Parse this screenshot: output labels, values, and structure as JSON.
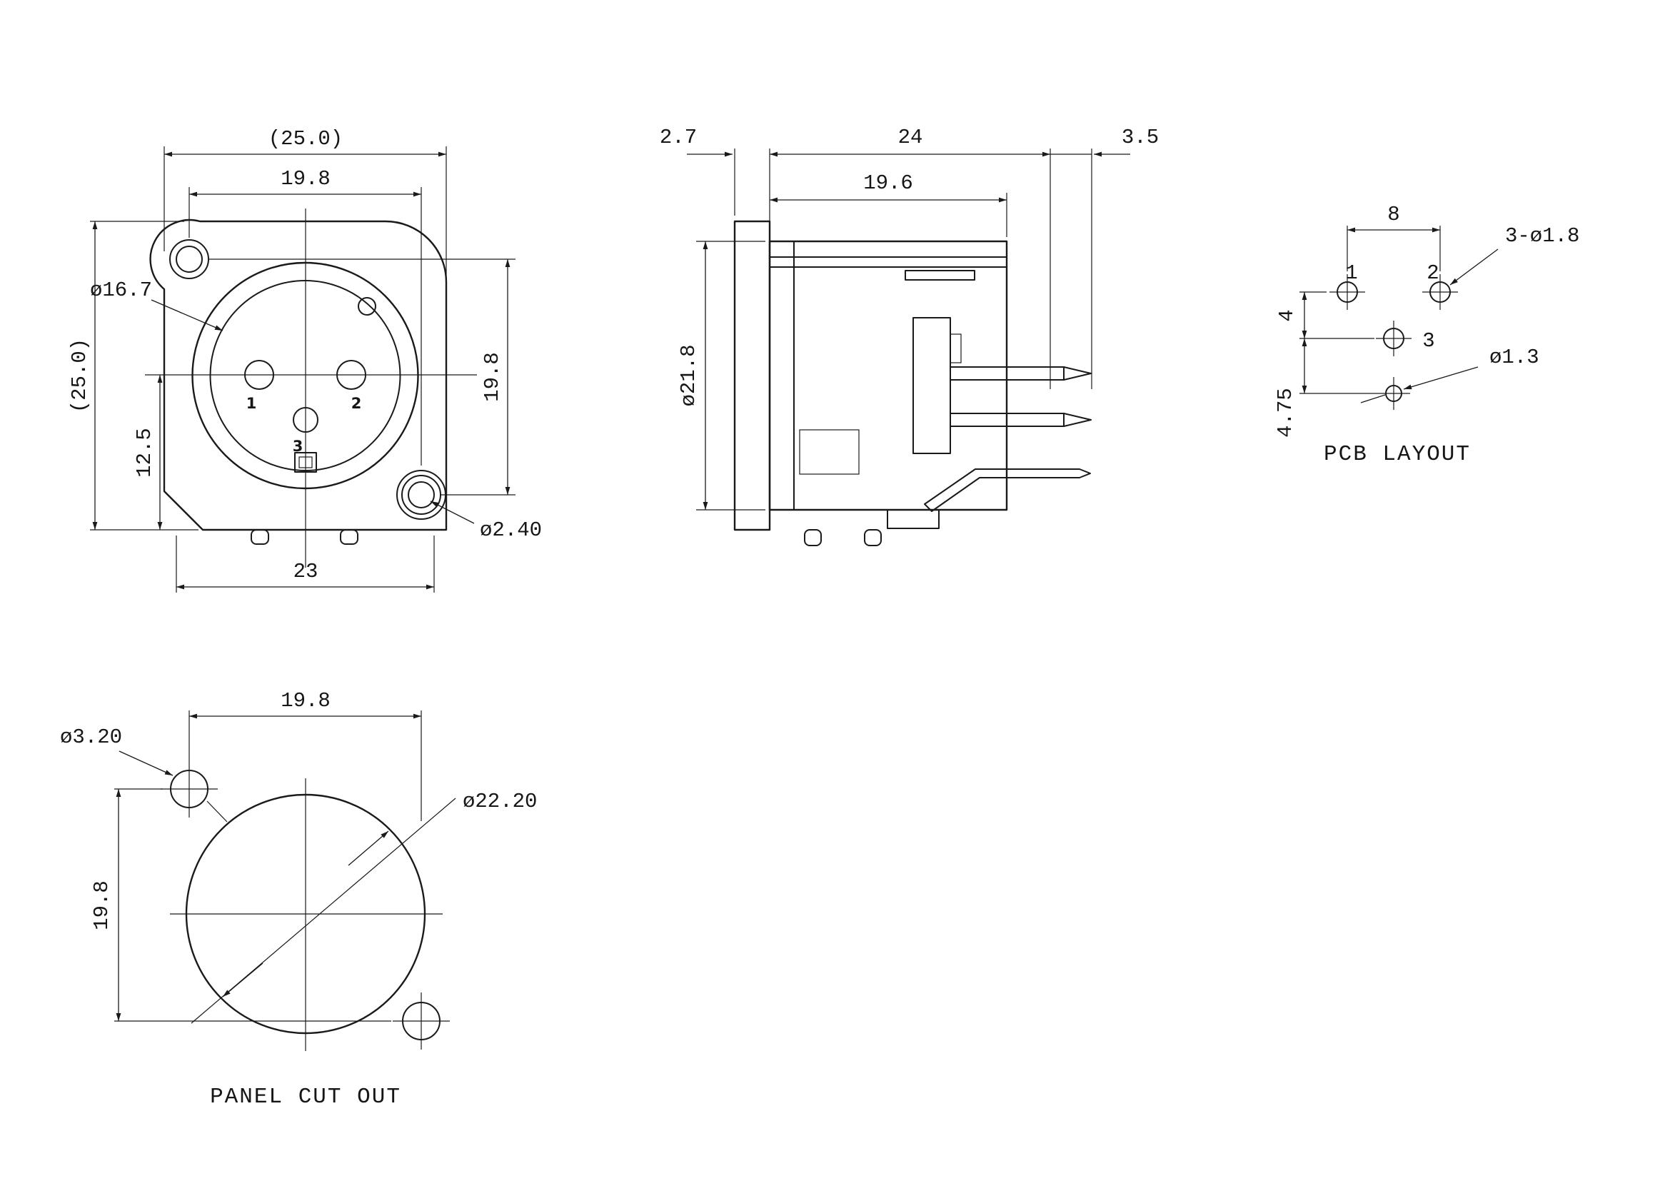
{
  "front_view": {
    "dims": {
      "overall_width": "(25.0)",
      "flange_hole_pitch_h": "19.8",
      "insert_dia": "ø16.7",
      "overall_height": "(25.0)",
      "center_to_bottom": "12.5",
      "flange_hole_pitch_v": "19.8",
      "bottom_width": "23",
      "mounting_hole_dia": "ø2.40"
    },
    "pin_labels": {
      "p1": "1",
      "p2": "2",
      "p3": "3"
    }
  },
  "side_view": {
    "dims": {
      "flange_thickness": "2.7",
      "body_length": "24",
      "terminal_tip_length": "3.5",
      "housing_length": "19.6",
      "body_dia": "ø21.8"
    }
  },
  "pcb_layout": {
    "title": "PCB LAYOUT",
    "dims": {
      "pad_pitch_h": "8",
      "pad_pitch_v_row1": "4",
      "pad_pitch_v_row2": "4.75",
      "pad_dia": "3-ø1.8",
      "locating_hole_dia": "ø1.3"
    },
    "pin_labels": {
      "p1": "1",
      "p2": "2",
      "p3": "3"
    }
  },
  "panel_cutout": {
    "title": "PANEL CUT OUT",
    "dims": {
      "hole_pitch_h": "19.8",
      "mounting_hole_dia": "ø3.20",
      "cutout_dia": "ø22.20",
      "hole_pitch_v": "19.8"
    }
  }
}
